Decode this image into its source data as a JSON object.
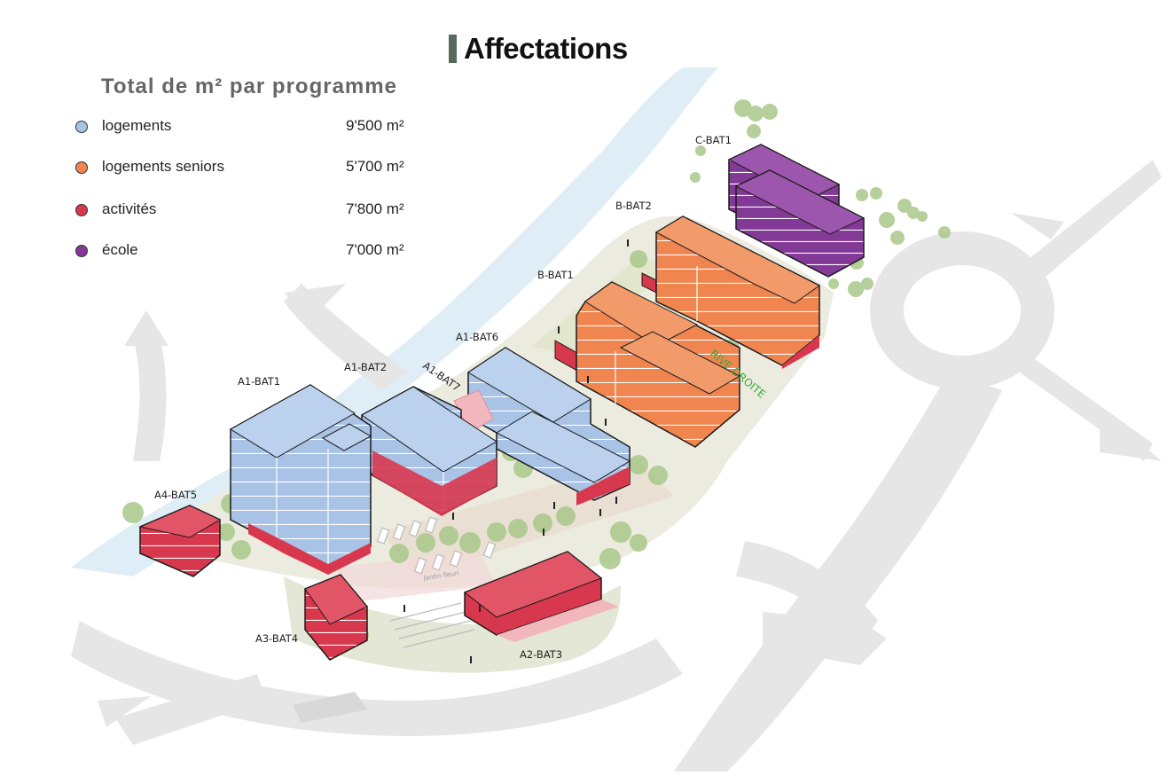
{
  "title": "Affectations",
  "legend": {
    "heading": "Total de m² par programme",
    "items": [
      {
        "label": "logements",
        "value": "9'500 m²",
        "color": "#a9c3e6"
      },
      {
        "label": "logements seniors",
        "value": "5'700 m²",
        "color": "#f08550"
      },
      {
        "label": "activités",
        "value": "7'800 m²",
        "color": "#d8384e"
      },
      {
        "label": "école",
        "value": "7'000 m²",
        "color": "#833a96"
      }
    ]
  },
  "buildings": {
    "c_bat1": "C-BAT1",
    "b_bat2": "B-BAT2",
    "b_bat1": "B-BAT1",
    "a1_bat6": "A1-BAT6",
    "a1_bat2": "A1-BAT2",
    "a1_bat7": "A1-BAT7",
    "a1_bat1": "A1-BAT1",
    "a4_bat5": "A4-BAT5",
    "a3_bat4": "A3-BAT4",
    "a2_bat3": "A2-BAT3"
  },
  "site_label": "RIVE DROITE",
  "path_label": "Jardin fleuri",
  "colors": {
    "logements": "#a9c3e6",
    "seniors": "#f08550",
    "activites": "#d8384e",
    "ecole": "#833a96",
    "river": "#deedf6",
    "road": "#e6e6e6",
    "ground": "#e9eadc",
    "tree": "#a9c88a"
  }
}
